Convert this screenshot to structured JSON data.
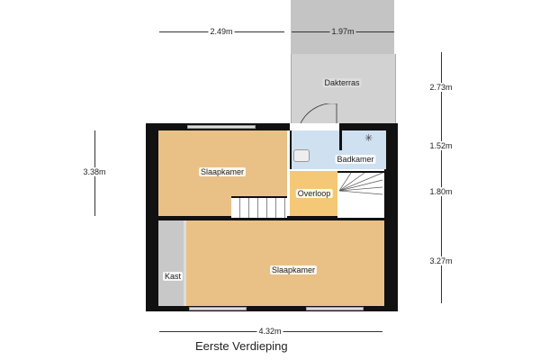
{
  "title": "Eerste Verdieping",
  "rooms": {
    "dakterras": "Dakterras",
    "slaapkamer_top": "Slaapkamer",
    "badkamer": "Badkamer",
    "overloop": "Overloop",
    "kast": "Kast",
    "slaapkamer_bottom": "Slaapkamer"
  },
  "dimensions": {
    "top_left": "2.49m",
    "top_right": "1.97m",
    "right_1": "2.73m",
    "right_2": "1.52m",
    "right_3": "1.80m",
    "right_4": "3.27m",
    "left": "3.38m",
    "bottom": "4.32m"
  },
  "colors": {
    "bedroom": "#e9c187",
    "bath": "#cfe0f0",
    "landing": "#f5c877",
    "terrace": "#cccccc",
    "closet": "#c8c8c8",
    "wall": "#111111"
  }
}
